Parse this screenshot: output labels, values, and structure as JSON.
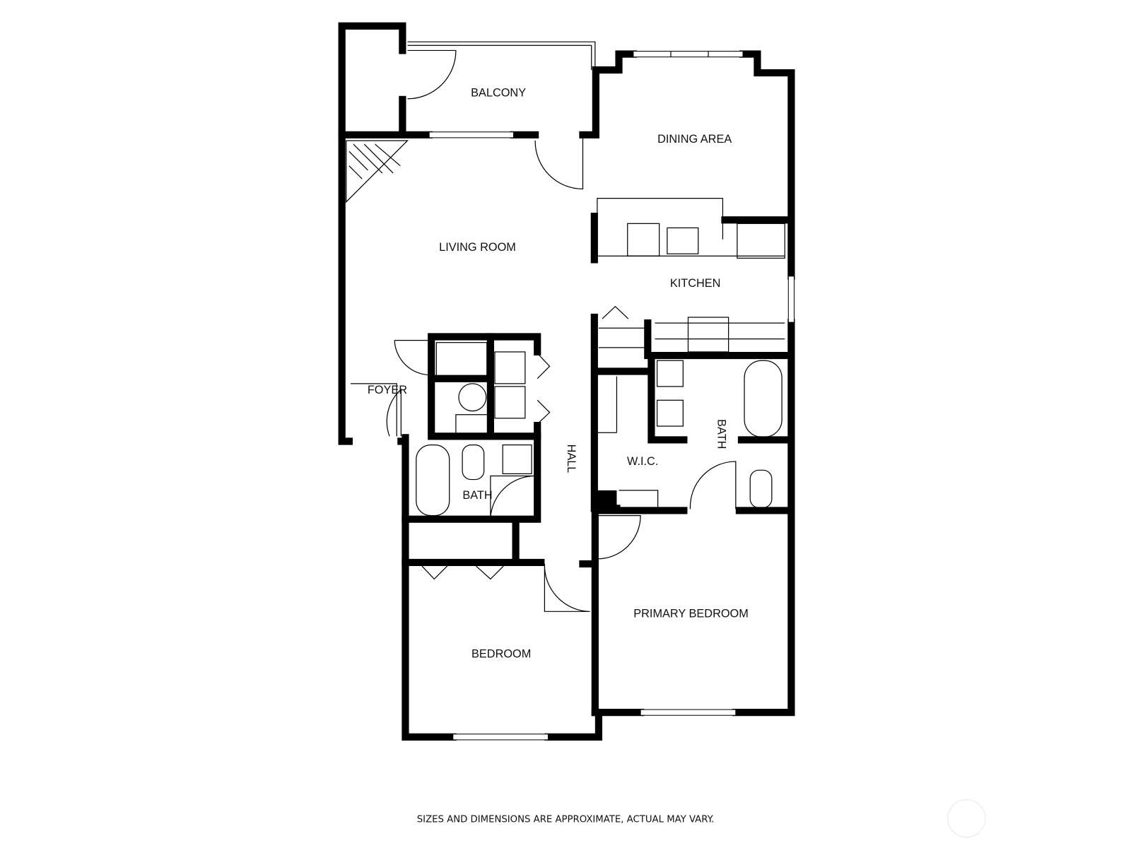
{
  "floorplan": {
    "rooms": {
      "balcony": "BALCONY",
      "dining_area": "DINING AREA",
      "living_room": "LIVING ROOM",
      "kitchen": "KITCHEN",
      "foyer": "FOYER",
      "hall": "HALL",
      "wic": "W.I.C.",
      "bath_primary": "BATH",
      "bath": "BATH",
      "bedroom": "BEDROOM",
      "primary_bedroom": "PRIMARY BEDROOM"
    },
    "disclaimer": "SIZES AND DIMENSIONS ARE APPROXIMATE, ACTUAL MAY VARY."
  }
}
